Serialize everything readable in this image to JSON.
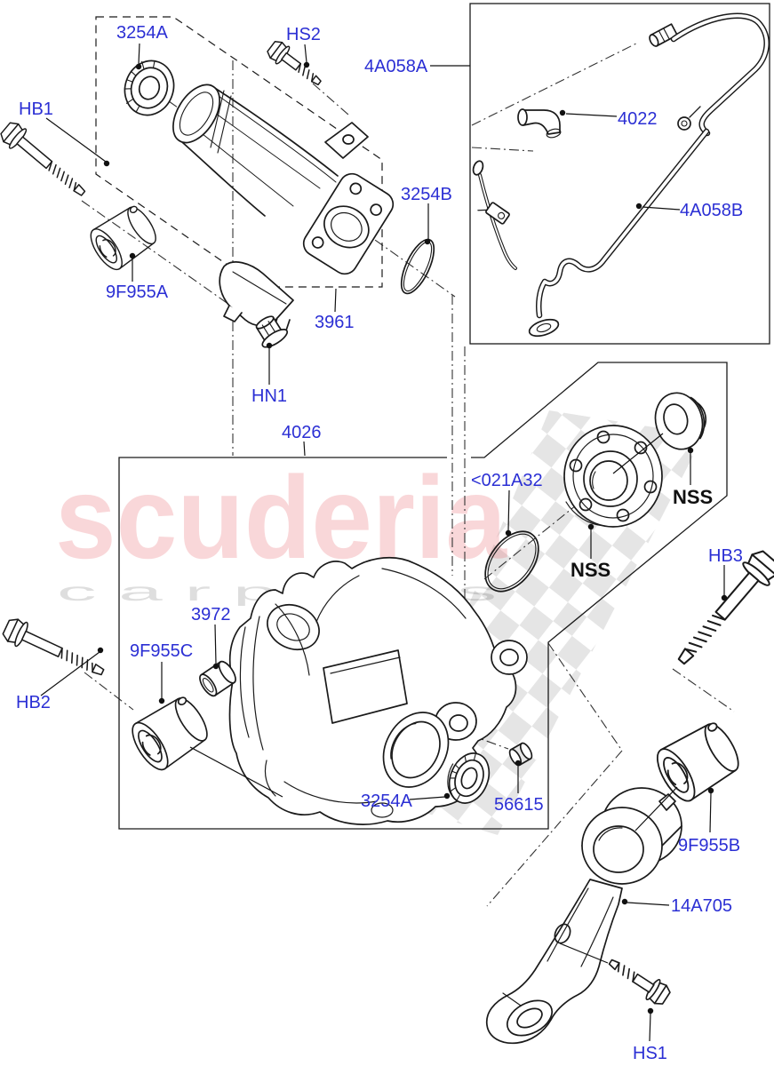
{
  "brand": {
    "watermark_text": "scuderia",
    "watermark_caption": "c a r   p a r t s"
  },
  "labels": [
    {
      "id": "3254a-top",
      "text": "3254A"
    },
    {
      "id": "hs2",
      "text": "HS2"
    },
    {
      "id": "4a058a",
      "text": "4A058A"
    },
    {
      "id": "4022",
      "text": "4022"
    },
    {
      "id": "hb1",
      "text": "HB1"
    },
    {
      "id": "4a058b",
      "text": "4A058B"
    },
    {
      "id": "3254b",
      "text": "3254B"
    },
    {
      "id": "9f955a",
      "text": "9F955A"
    },
    {
      "id": "3961",
      "text": "3961"
    },
    {
      "id": "hn1",
      "text": "HN1"
    },
    {
      "id": "4026",
      "text": "4026"
    },
    {
      "id": "021a32",
      "text": "<021A32"
    },
    {
      "id": "nss-right",
      "text": "NSS"
    },
    {
      "id": "nss-lower",
      "text": "NSS"
    },
    {
      "id": "hb3",
      "text": "HB3"
    },
    {
      "id": "3972",
      "text": "3972"
    },
    {
      "id": "9f955c",
      "text": "9F955C"
    },
    {
      "id": "hb2",
      "text": "HB2"
    },
    {
      "id": "3254a-bottom",
      "text": "3254A"
    },
    {
      "id": "56615",
      "text": "56615"
    },
    {
      "id": "9f955b",
      "text": "9F955B"
    },
    {
      "id": "14a705",
      "text": "14A705"
    },
    {
      "id": "hs1",
      "text": "HS1"
    }
  ],
  "colors": {
    "label_blue": "#2b2fd4",
    "diagram_line": "#1a1a1a",
    "watermark_pink": "rgba(228,86,96,0.24)",
    "watermark_gray": "rgba(0,0,0,0.13)",
    "checker_gray": "rgba(0,0,0,0.10)"
  }
}
